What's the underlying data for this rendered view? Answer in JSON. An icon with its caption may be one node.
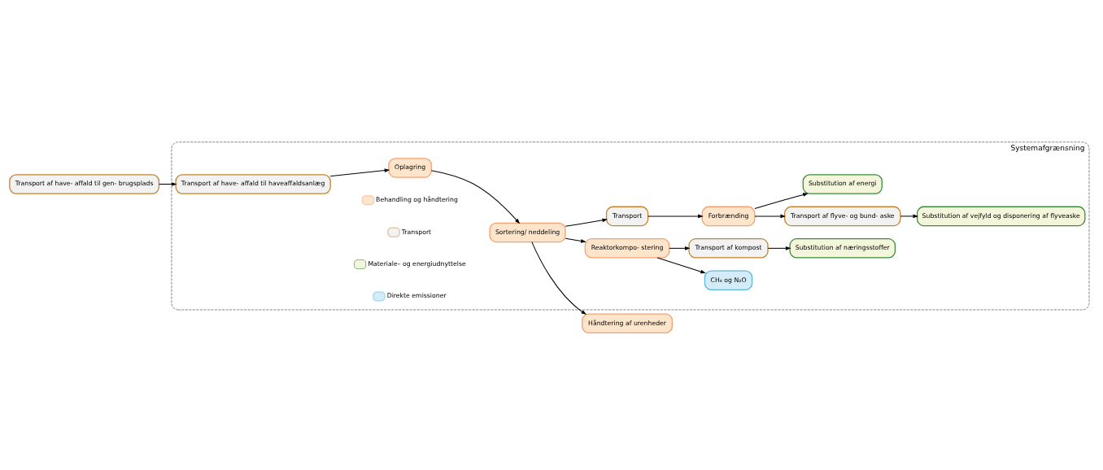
{
  "diagram": {
    "nodes": [
      {
        "text": [
          "Systemafgrænsning"
        ]
      },
      {
        "text": [
          "Transport af have- affald til gen- brugsplads"
        ]
      },
      {
        "text": [
          "Transport af have- affald til haveaffaldsanlæg"
        ],
        "in": 0
      },
      {
        "text": [
          "Oplagring"
        ],
        "in": 0
      },
      {
        "text": [
          "Sortering/ neddeling"
        ],
        "in": 0
      },
      {
        "text": [
          "Håndtering af urenheder"
        ]
      },
      {
        "text": [
          "CH₄ og N₂O"
        ],
        "in": 0
      },
      {
        "text": [
          "Reaktorkompo- stering"
        ],
        "in": 0
      },
      {
        "text": [
          "Transport af kompost"
        ],
        "in": 0
      },
      {
        "text": [
          "Substitution af næringsstoffer"
        ],
        "in": 0
      },
      {
        "text": [
          "Transport"
        ],
        "in": 0
      },
      {
        "text": [
          "Forbrænding"
        ],
        "in": 0
      },
      {
        "text": [
          "Transport af flyve- og bund- aske"
        ],
        "in": 0
      },
      {
        "text": [
          "Substitution af vejfyld og disponering af flyveaske"
        ],
        "in": 0
      },
      {
        "text": [
          "Substitution af energi"
        ],
        "in": 0
      }
    ],
    "edges": [
      {
        "from": 1,
        "to": 2,
        "arrow": "to"
      },
      {
        "from": 2,
        "to": 3,
        "arrow": "to"
      },
      {
        "from": 3,
        "to": 4,
        "arrow": "to"
      },
      {
        "from": 4,
        "to": 5,
        "arrow": "to"
      },
      {
        "from": 4,
        "to": 7,
        "arrow": "to"
      },
      {
        "from": 4,
        "to": 10,
        "arrow": "to"
      },
      {
        "from": 7,
        "to": 6,
        "arrow": "to"
      },
      {
        "from": 7,
        "to": 8,
        "arrow": "to"
      },
      {
        "from": 8,
        "to": 9,
        "arrow": "to"
      },
      {
        "from": 10,
        "to": 11,
        "arrow": "to"
      },
      {
        "from": 11,
        "to": 12,
        "arrow": "to"
      },
      {
        "from": 12,
        "to": 13,
        "arrow": "to"
      },
      {
        "from": 11,
        "to": 14,
        "arrow": "to"
      }
    ],
    "legend": [
      {
        "text": "Behandling og håndtering",
        "color": "#fde5cc"
      },
      {
        "text": "Transport",
        "color": "#f2f2f2"
      },
      {
        "text": "Materiale– og energiudnyttelse",
        "color": "#f4f6dc"
      },
      {
        "text": "Direkte emissioner",
        "color": "#d3ecf7"
      }
    ]
  }
}
